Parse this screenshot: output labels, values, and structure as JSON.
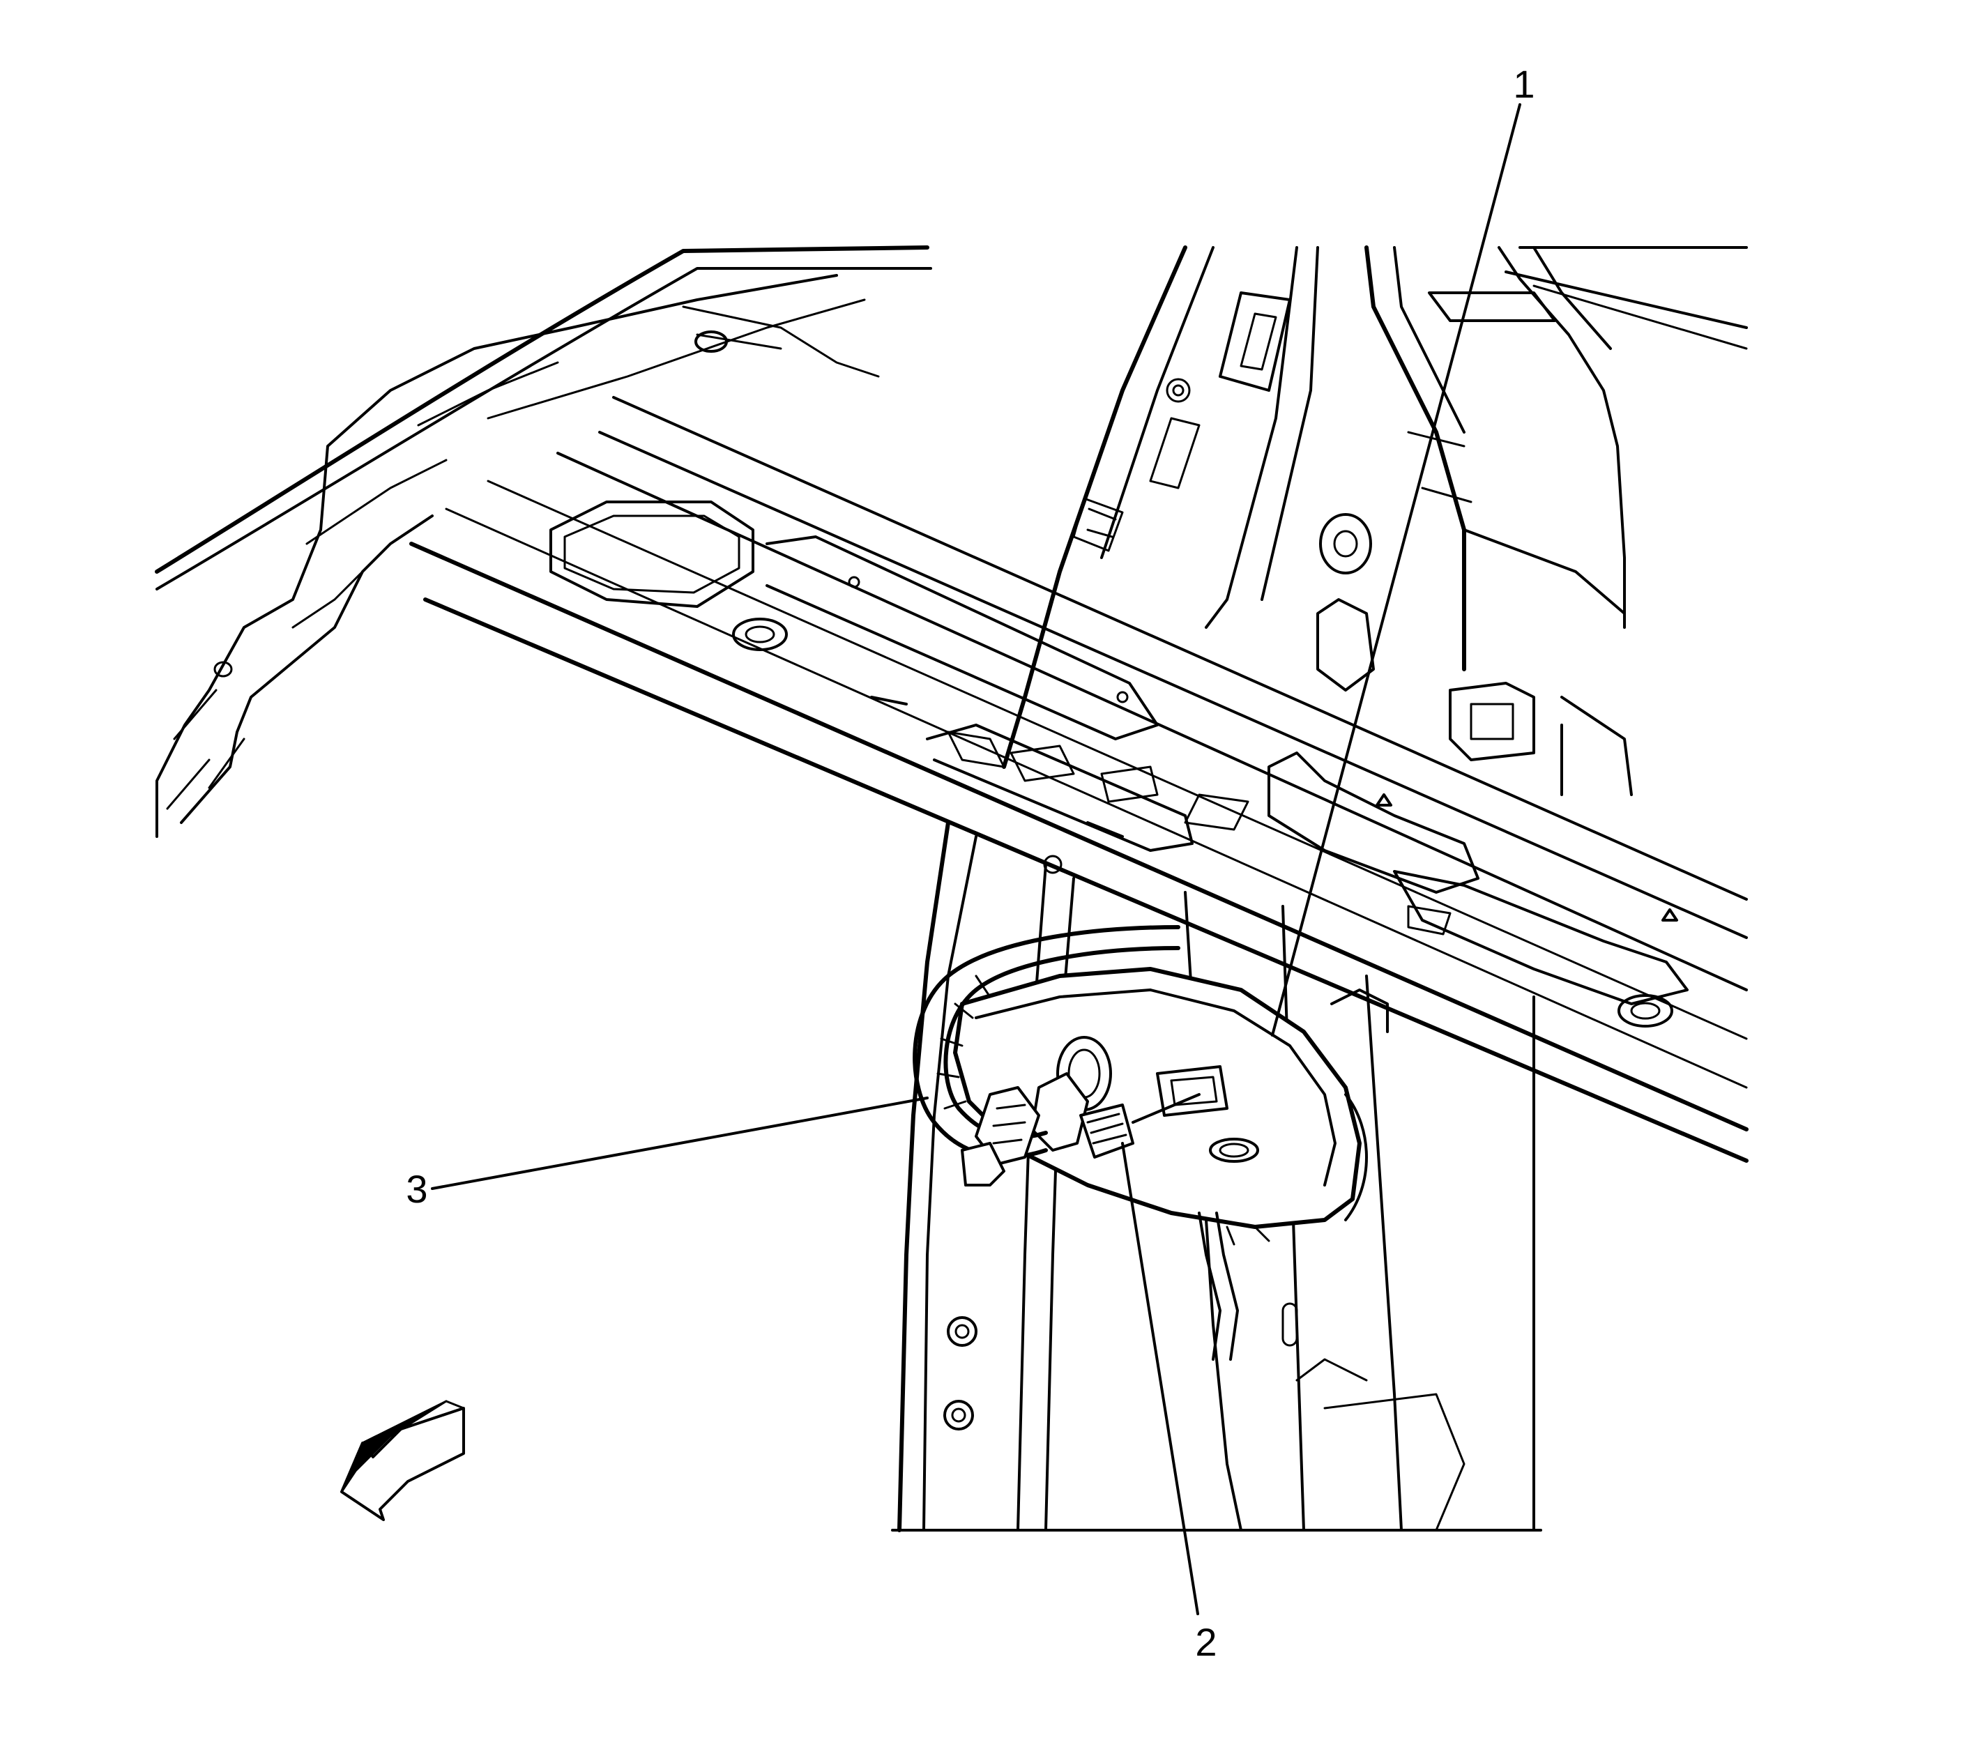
{
  "callouts": [
    {
      "id": "1",
      "label": "1"
    },
    {
      "id": "2",
      "label": "2"
    },
    {
      "id": "3",
      "label": "3"
    }
  ],
  "colors": {
    "ink": "#000000",
    "paper": "#ffffff"
  },
  "icons": {
    "view_direction": "view-direction-arrow-icon"
  }
}
